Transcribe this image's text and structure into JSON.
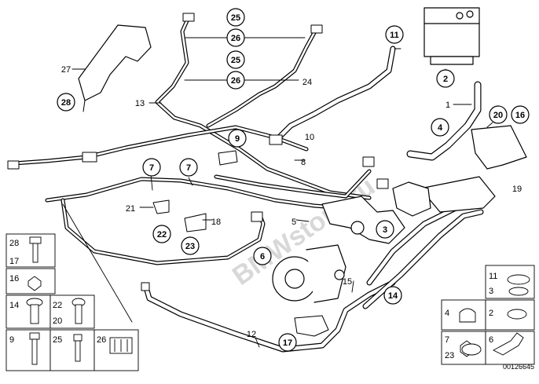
{
  "diagram": {
    "number": "00126645",
    "watermark": "BMWstore.ru",
    "callouts": [
      {
        "id": "c25a",
        "label": "25",
        "circled": true
      },
      {
        "id": "c26a",
        "label": "26",
        "circled": true
      },
      {
        "id": "c25b",
        "label": "25",
        "circled": true
      },
      {
        "id": "c26b",
        "label": "26",
        "circled": true
      },
      {
        "id": "c11",
        "label": "11",
        "circled": true
      },
      {
        "id": "c2",
        "label": "2",
        "circled": true
      },
      {
        "id": "c28",
        "label": "28",
        "circled": true
      },
      {
        "id": "c20",
        "label": "20",
        "circled": true
      },
      {
        "id": "c16",
        "label": "16",
        "circled": true
      },
      {
        "id": "c4",
        "label": "4",
        "circled": true
      },
      {
        "id": "c9",
        "label": "9",
        "circled": true
      },
      {
        "id": "c7a",
        "label": "7",
        "circled": true
      },
      {
        "id": "c7b",
        "label": "7",
        "circled": true
      },
      {
        "id": "c22",
        "label": "22",
        "circled": true
      },
      {
        "id": "c23",
        "label": "23",
        "circled": true
      },
      {
        "id": "c3",
        "label": "3",
        "circled": true
      },
      {
        "id": "c6",
        "label": "6",
        "circled": true
      },
      {
        "id": "c14",
        "label": "14",
        "circled": true
      },
      {
        "id": "c17",
        "label": "17",
        "circled": true
      },
      {
        "id": "t27",
        "label": "27",
        "circled": false
      },
      {
        "id": "t13",
        "label": "13",
        "circled": false
      },
      {
        "id": "t24",
        "label": "24",
        "circled": false
      },
      {
        "id": "t10",
        "label": "10",
        "circled": false
      },
      {
        "id": "t1",
        "label": "1",
        "circled": false
      },
      {
        "id": "t8",
        "label": "8",
        "circled": false
      },
      {
        "id": "t19",
        "label": "19",
        "circled": false
      },
      {
        "id": "t21",
        "label": "21",
        "circled": false
      },
      {
        "id": "t18",
        "label": "18",
        "circled": false
      },
      {
        "id": "t5",
        "label": "5",
        "circled": false
      },
      {
        "id": "t15",
        "label": "15",
        "circled": false
      },
      {
        "id": "t12",
        "label": "12",
        "circled": false
      }
    ],
    "parts_left": [
      {
        "id": "pl28",
        "label": "28"
      },
      {
        "id": "pl17",
        "label": "17"
      },
      {
        "id": "pl16",
        "label": "16"
      },
      {
        "id": "pl14",
        "label": "14"
      },
      {
        "id": "pl22",
        "label": "22"
      },
      {
        "id": "pl20",
        "label": "20"
      },
      {
        "id": "pl9",
        "label": "9"
      },
      {
        "id": "pl25",
        "label": "25"
      },
      {
        "id": "pl26",
        "label": "26"
      }
    ],
    "parts_right": [
      {
        "id": "pr11",
        "label": "11"
      },
      {
        "id": "pr3",
        "label": "3"
      },
      {
        "id": "pr4",
        "label": "4"
      },
      {
        "id": "pr2",
        "label": "2"
      },
      {
        "id": "pr7",
        "label": "7"
      },
      {
        "id": "pr23",
        "label": "23"
      },
      {
        "id": "pr6",
        "label": "6"
      }
    ]
  }
}
